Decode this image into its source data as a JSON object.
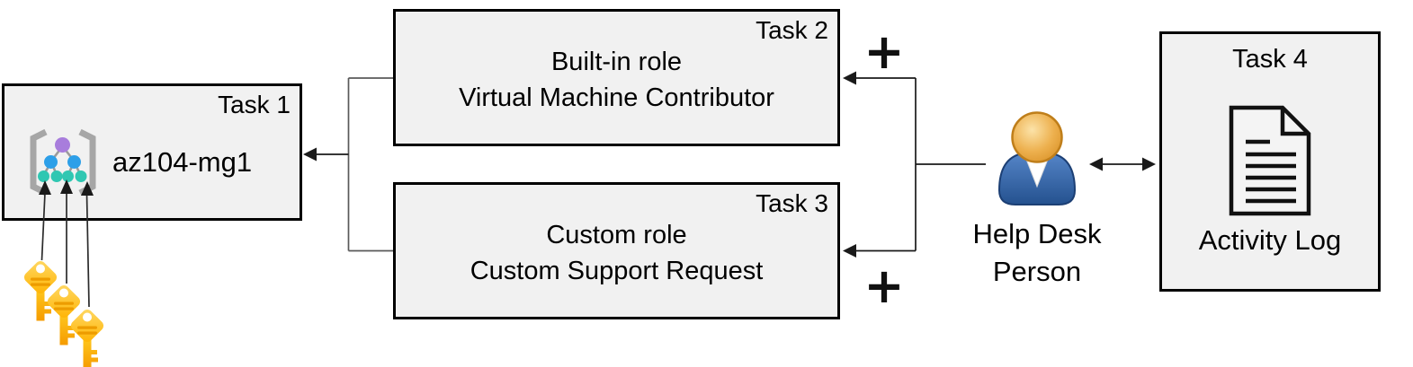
{
  "diagram_title": "",
  "boxes": {
    "task1": {
      "tag": "Task 1",
      "name": "az104-mg1"
    },
    "task2": {
      "tag": "Task 2",
      "line1": "Built-in role",
      "line2": "Virtual Machine Contributor"
    },
    "task3": {
      "tag": "Task 3",
      "line1": "Custom role",
      "line2": "Custom Support Request"
    },
    "task4": {
      "tag": "Task 4",
      "caption": "Activity Log"
    }
  },
  "actor": {
    "label": "Help Desk Person"
  },
  "annotations": {
    "plus_top": "+",
    "plus_bottom": "+"
  },
  "icons": {
    "management_group": "management-group-icon",
    "keys": "access-keys-icon",
    "person": "help-desk-person-icon",
    "document": "activity-log-document-icon"
  },
  "colors": {
    "box_fill": "#F1F1F1",
    "box_border": "#000000",
    "text": "#000000",
    "connector_gray": "#595959",
    "arrow_black": "#1A1A1A",
    "key_gold": "#FFC21A",
    "key_stripe": "#ED9C00",
    "person_body_blue": "#3A6CB4",
    "person_head_gold": "#E8A94E",
    "mg_purple": "#A87DDC",
    "mg_blue": "#2D9FE8",
    "mg_teal": "#30C7B2"
  }
}
